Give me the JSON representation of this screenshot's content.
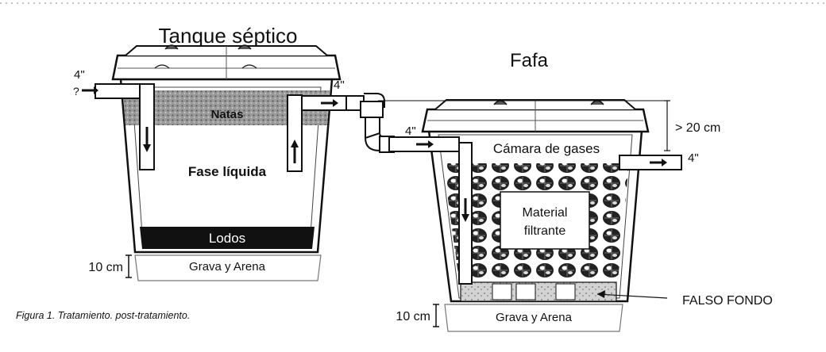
{
  "septic_tank": {
    "title": "Tanque séptico",
    "inlet_size": "4\"",
    "inlet_symbol": "?",
    "outlet_size": "4\"",
    "scum_label": "Natas",
    "liquid_label": "Fase líquida",
    "sludge_label": "Lodos",
    "gravel_label": "Grava y Arena",
    "gravel_depth": "10 cm"
  },
  "fafa": {
    "title": "Fafa",
    "inlet_size": "4\"",
    "gas_chamber_label": "Cámara de gases",
    "filter_label_line1": "Material",
    "filter_label_line2": "filtrante",
    "clearance": "> 20 cm",
    "outlet_size": "4\"",
    "false_bottom_label": "FALSO FONDO",
    "gravel_label": "Grava y Arena",
    "gravel_depth": "10 cm"
  },
  "caption": "Figura 1. Tratamiento. post-tratamiento."
}
